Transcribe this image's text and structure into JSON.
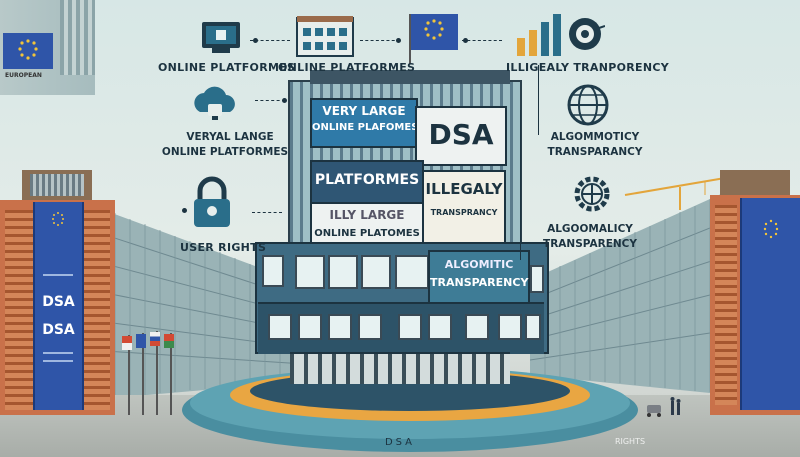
{
  "labels": {
    "online_platforms_1": "ONLINE PLATFORMES",
    "online_platforms_2": "ONLINE PLATFORMES",
    "illegaly_transparency": "ILLIGEALY TRANPORENCY",
    "veryal_large": "VERYAL LANGE",
    "online_platformes_left": "ONLINE PLATFORMES",
    "algomoticy": "ALGOMMOTICY",
    "transparancy": "TRANSPARANCY",
    "user_rights": "USER RIGHTS",
    "algoomalicy": "ALGOOMALICY",
    "transparency_right": "TRANSPARENCY"
  },
  "tower": {
    "sign_very_large_1": "VERY LARGE",
    "sign_very_large_2": "ONLINE PLAFOMES",
    "sign_dsa": "DSA",
    "sign_platformes": "PLATFORMES",
    "sign_illegaly": "ILLEGALY",
    "sign_transparency_small": "TRANSPRANCY",
    "sign_illy_large": "ILLY LARGE",
    "sign_online_platformes": "ONLINE PLATOMES",
    "sign_algomitic": "ALGOMITIC",
    "sign_transparency": "TRANSPARENCY"
  },
  "left_building": {
    "sign_dsa_1": "DSA",
    "sign_dsa_2": "DSA",
    "eu_sign": "EUROPEAN"
  },
  "plaza": {
    "base_label": "DSA",
    "base_right": "RIGHTS"
  },
  "colors": {
    "eu_blue": "#2f55a8",
    "eu_star": "#f2c53a",
    "dark_navy": "#1c3340",
    "teal": "#4a8ea0",
    "orange": "#e9a642",
    "sky": "#d7e7e6"
  },
  "icons": [
    "eu-flag-icon",
    "monitor-icon",
    "building-icon",
    "chart-icon",
    "cloud-icon",
    "globe-icon",
    "lock-icon",
    "gear-icon"
  ]
}
